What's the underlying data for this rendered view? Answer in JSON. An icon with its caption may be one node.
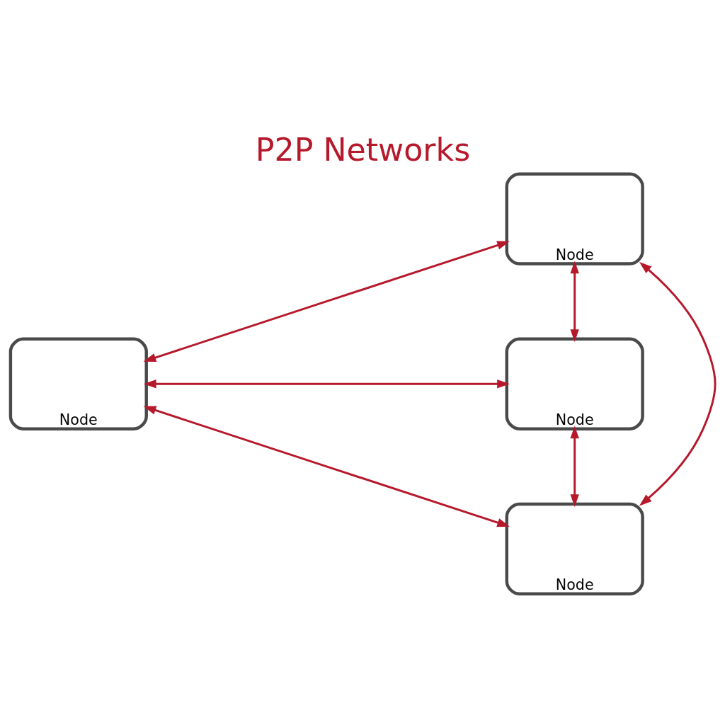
{
  "diagram": {
    "title": "P2P Networks",
    "nodes": [
      {
        "text": [
          "Node"
        ]
      },
      {
        "text": [
          "Node"
        ]
      },
      {
        "text": [
          "Node"
        ]
      },
      {
        "text": [
          "Node"
        ]
      }
    ],
    "edges": [
      {
        "from": 0,
        "to": 1,
        "arrow": "both"
      },
      {
        "from": 0,
        "to": 2,
        "arrow": "both"
      },
      {
        "from": 1,
        "to": 2,
        "arrow": "both"
      },
      {
        "from": 0,
        "to": 3,
        "arrow": "both"
      },
      {
        "from": 1,
        "to": 3,
        "arrow": "both"
      },
      {
        "from": 2,
        "to": 3,
        "arrow": "both"
      }
    ]
  }
}
